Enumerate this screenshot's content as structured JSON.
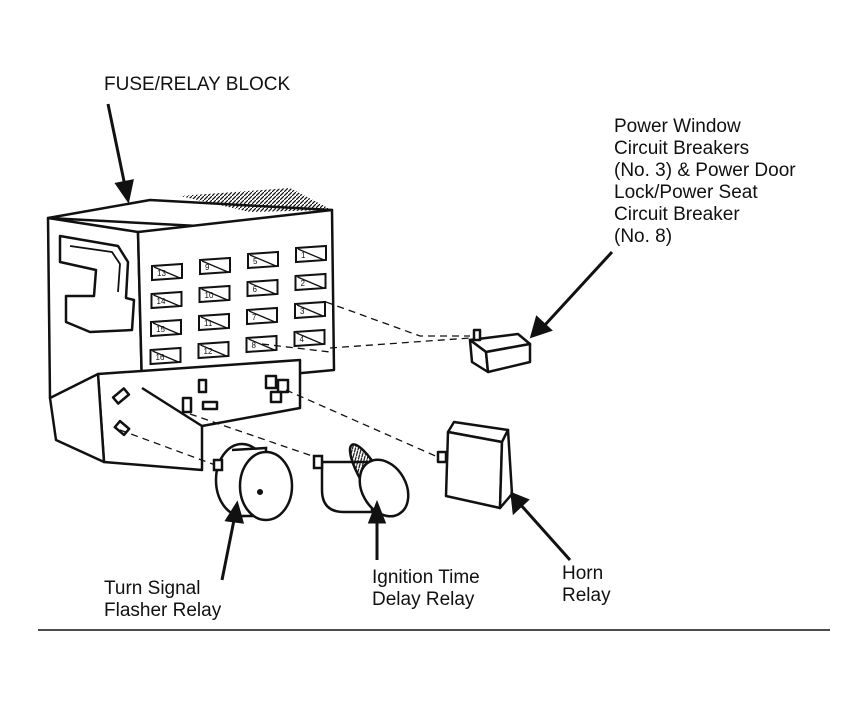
{
  "labels": {
    "fuse_block": "FUSE/RELAY BLOCK",
    "breaker": [
      "Power Window",
      "Circuit Breakers",
      "(No. 3) & Power Door",
      "Lock/Power Seat",
      "Circuit Breaker",
      "(No. 8)"
    ],
    "turn_signal": [
      "Turn Signal",
      "Flasher Relay"
    ],
    "ignition": [
      "Ignition Time",
      "Delay Relay"
    ],
    "horn": [
      "Horn",
      "Relay"
    ]
  },
  "fuse_numbers": [
    "13",
    "9",
    "5",
    "1",
    "14",
    "10",
    "6",
    "2",
    "15",
    "11",
    "7",
    "3",
    "16",
    "12",
    "8",
    "4"
  ],
  "colors": {
    "line": "#111111",
    "paper": "#ffffff"
  }
}
